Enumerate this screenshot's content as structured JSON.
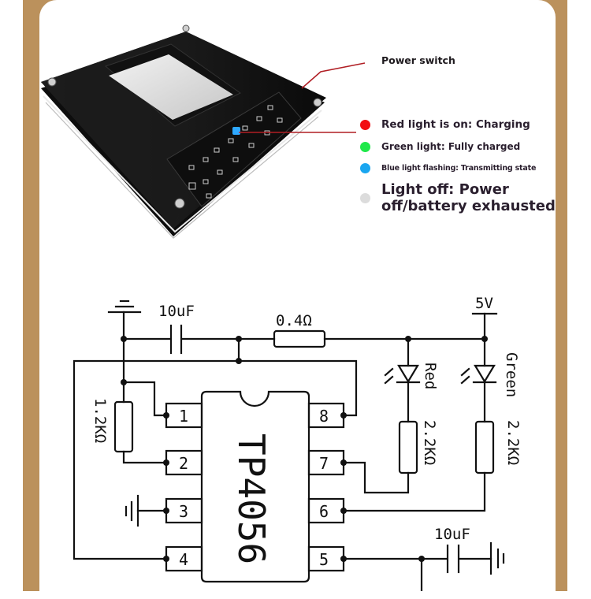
{
  "colors": {
    "frame": "#bb915c",
    "callout_line": "#b01e24",
    "led_red": "#f20d12",
    "led_green": "#1fe84a",
    "led_blue": "#1aa6f0",
    "led_off": "#dcdcdc"
  },
  "product": {
    "callouts": {
      "power_switch": "Power switch"
    },
    "legend": [
      {
        "color": "red",
        "text": "Red light is on: Charging"
      },
      {
        "color": "green",
        "text": "Green light: Fully charged"
      },
      {
        "color": "blue",
        "text": "Blue light flashing: Transmitting state"
      },
      {
        "color": "off",
        "text": "Light off: Power off/battery exhausted"
      }
    ]
  },
  "schematic": {
    "ic_label": "TP4056",
    "pins_left": [
      "1",
      "2",
      "3",
      "4"
    ],
    "pins_right": [
      "8",
      "7",
      "6",
      "5"
    ],
    "input_cap": "10uF",
    "sense_resistor": "0.4Ω",
    "prog_resistor": "1.2KΩ",
    "supply_label": "5V",
    "led_red_label": "Red",
    "led_green_label": "Green",
    "led_red_resistor": "2.2KΩ",
    "led_green_resistor": "2.2KΩ",
    "output_cap": "10uF"
  }
}
